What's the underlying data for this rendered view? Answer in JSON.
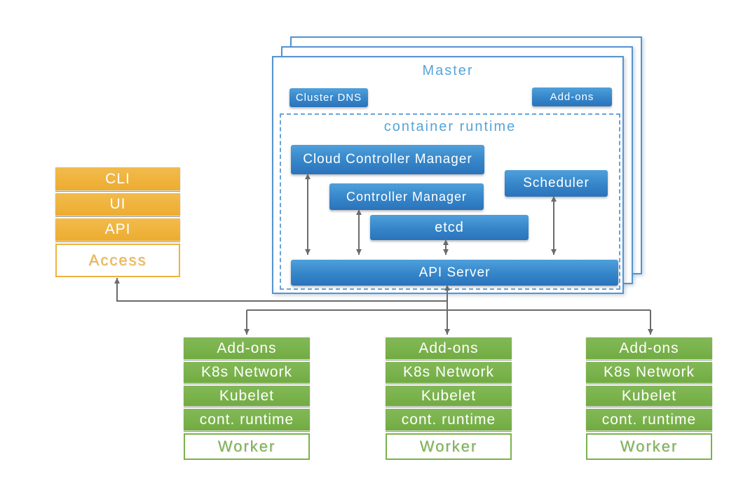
{
  "colors": {
    "node_blue": "#3585C9",
    "title_blue": "#57A4D8",
    "border_blue": "#5493CE",
    "access_orange": "#EFB33C",
    "worker_green": "#7AB24C",
    "connector_gray": "#6B6B6B"
  },
  "access_stack": {
    "items": [
      {
        "label": "CLI"
      },
      {
        "label": "UI"
      },
      {
        "label": "API"
      }
    ],
    "base_label": "Access"
  },
  "master": {
    "title": "Master",
    "cluster_dns_label": "Cluster DNS",
    "addons_label": "Add-ons",
    "container_runtime": {
      "title": "container runtime",
      "cloud_controller_manager": "Cloud Controller Manager",
      "controller_manager": "Controller Manager",
      "scheduler": "Scheduler",
      "etcd": "etcd",
      "api_server": "API Server"
    }
  },
  "workers": [
    {
      "rows": [
        "Add-ons",
        "K8s Network",
        "Kubelet",
        "cont. runtime"
      ],
      "base_label": "Worker"
    },
    {
      "rows": [
        "Add-ons",
        "K8s Network",
        "Kubelet",
        "cont. runtime"
      ],
      "base_label": "Worker"
    },
    {
      "rows": [
        "Add-ons",
        "K8s Network",
        "Kubelet",
        "cont. runtime"
      ],
      "base_label": "Worker"
    }
  ]
}
